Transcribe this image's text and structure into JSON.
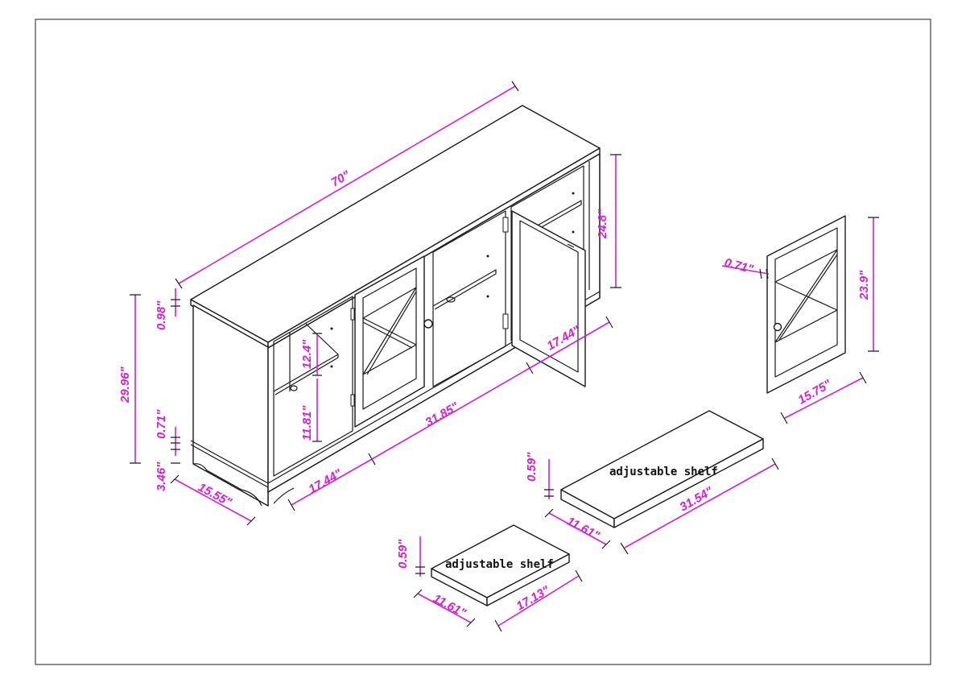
{
  "colors": {
    "dimension": "#d51fd5",
    "outline": "#1a1a1a",
    "background": "#ffffff"
  },
  "dimensions": {
    "overall_width": "70\"",
    "overall_height": "29.96\"",
    "top_thickness": "0.98\"",
    "base_trim": "0.71\"",
    "base_height": "3.46\"",
    "depth": "15.55\"",
    "side_compartment_width": "17.44\"",
    "center_compartment_width": "31.85\"",
    "right_compartment_width": "17.44\"",
    "upper_opening_height": "12.4\"",
    "lower_opening_height": "11.81\"",
    "interior_height": "24.8\"",
    "door_frame_thickness": "0.71\"",
    "door_height": "23.9\"",
    "door_width": "15.75\""
  },
  "shelf_large": {
    "label": "adjustable shelf",
    "thickness": "0.59\"",
    "depth": "11.61\"",
    "length": "31.54\""
  },
  "shelf_small": {
    "label": "adjustable shelf",
    "thickness": "0.59\"",
    "depth": "11.61\"",
    "length": "17.13\""
  }
}
